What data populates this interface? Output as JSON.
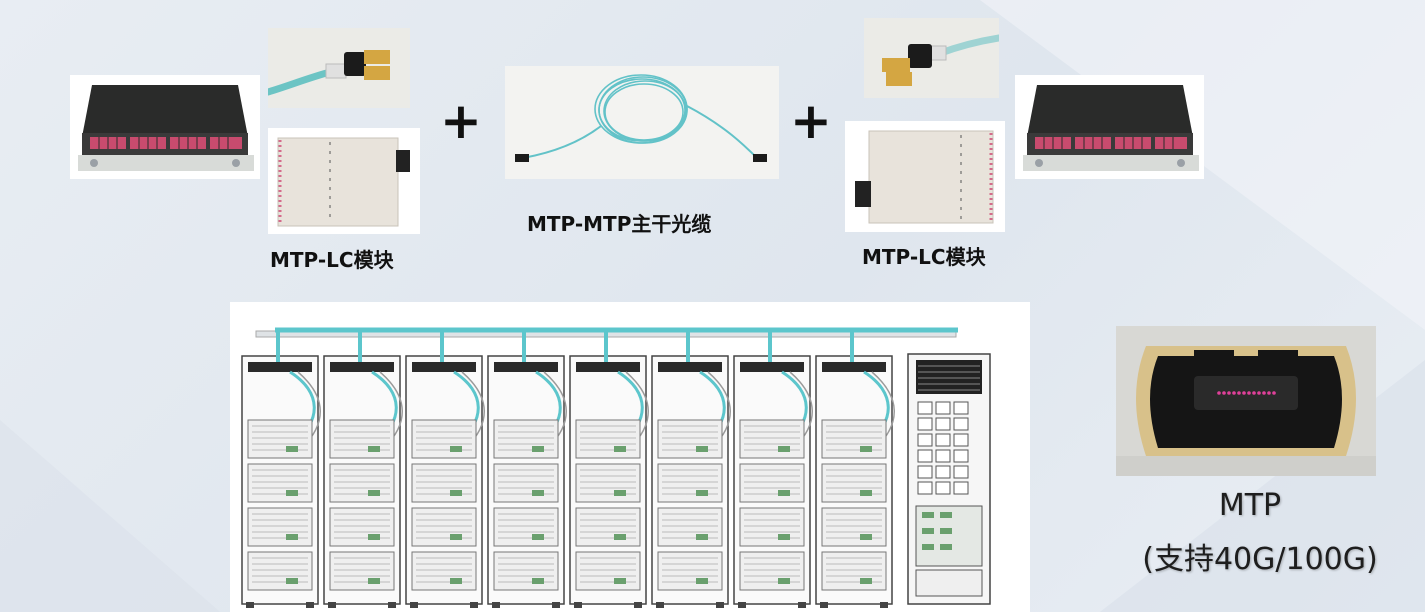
{
  "top_row": {
    "plus_sign": "+",
    "left_module_caption": "MTP-LC模块",
    "trunk_cable_caption": "MTP-MTP主干光缆",
    "right_module_caption": "MTP-LC模块"
  },
  "mtp_panel": {
    "title": "MTP",
    "subtitle": "(支持40G/100G)"
  },
  "colors": {
    "background": "#e3e9f0",
    "fiber_aqua": "#5cc6cc",
    "panel_dark": "#2a2b2a",
    "port_pink": "#c84b6e"
  },
  "icons": {
    "left_patch_panel": "patch-panel-icon",
    "left_connector": "lc-connector-icon",
    "left_cassette": "cassette-module-icon",
    "trunk_cable": "fiber-trunk-cable-icon",
    "right_connector": "lc-connector-icon",
    "right_cassette": "cassette-module-icon",
    "right_patch_panel": "patch-panel-icon",
    "datacenter": "server-rack-row-icon",
    "mtp_closeup": "mtp-connector-closeup-icon"
  }
}
